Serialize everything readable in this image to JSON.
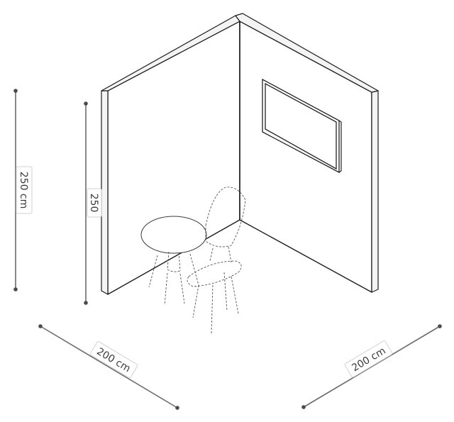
{
  "dimensions": {
    "height_outer": "250 cm",
    "height_inner": "250",
    "width_left": "200 cm",
    "width_right": "200 cm"
  }
}
